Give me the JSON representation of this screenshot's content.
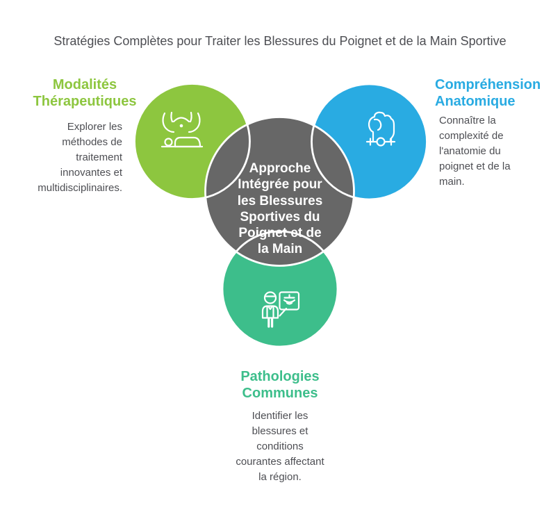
{
  "title": "Stratégies Complètes pour Traiter les Blessures du Poignet et de la Main Sportive",
  "colors": {
    "green": "#8DC63F",
    "blue": "#29ABE2",
    "teal": "#3DBE8B",
    "gray": "#676767",
    "text": "#4D4E53",
    "icon_stroke": "#FFFFFF"
  },
  "center": {
    "label_lines": [
      "Approche",
      "Intégrée pour",
      "les Blessures",
      "Sportives du",
      "Poignet et de",
      "la Main"
    ]
  },
  "sections": {
    "left": {
      "heading_lines": [
        "Modalités",
        "Thérapeutiques"
      ],
      "body_lines": [
        "Explorer les",
        "méthodes de",
        "traitement",
        "innovantes et",
        "multidisciplinaires."
      ],
      "icon": "therapy-hands-signal-icon",
      "accent": "#8DC63F"
    },
    "right": {
      "heading_lines": [
        "Compréhension",
        "Anatomique"
      ],
      "body_lines": [
        "Connaître la",
        "complexité de",
        "l'anatomie du",
        "poignet et de la",
        "main."
      ],
      "icon": "fist-wrist-icon",
      "accent": "#29ABE2"
    },
    "bottom": {
      "heading_lines": [
        "Pathologies",
        "Communes"
      ],
      "body_lines": [
        "Identifier les",
        "blessures et",
        "conditions",
        "courantes affectant",
        "la région."
      ],
      "icon": "presenter-xray-board-icon",
      "accent": "#3DBE8B"
    }
  }
}
